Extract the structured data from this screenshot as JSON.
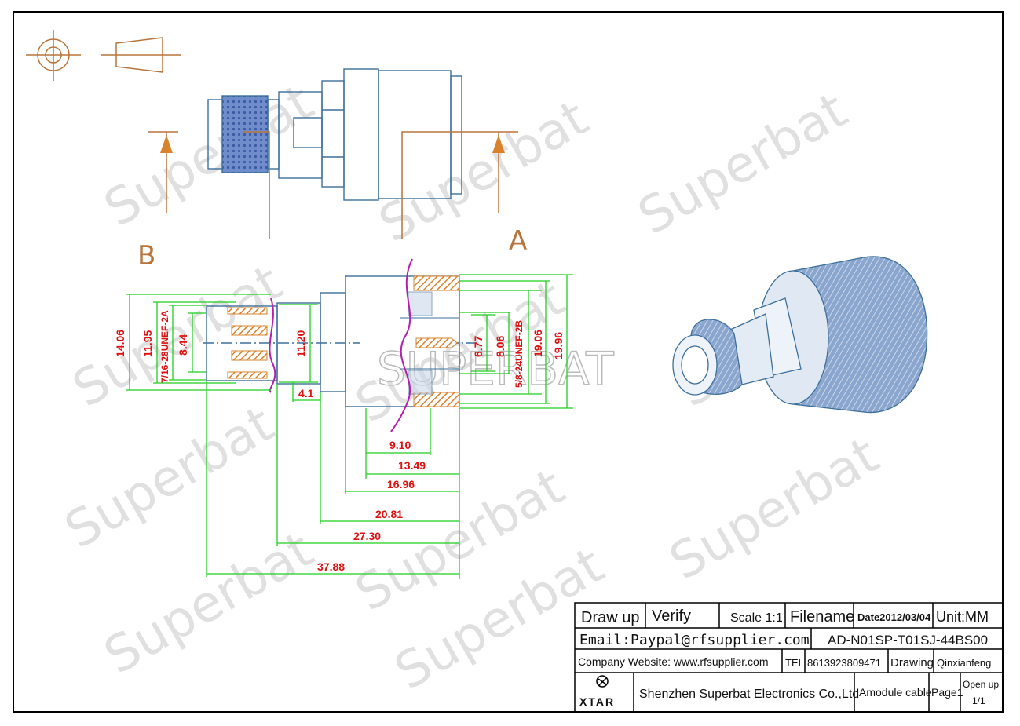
{
  "watermark": {
    "text": "Superbat",
    "center_text": "SUPERBAT"
  },
  "section_labels": {
    "b": "B",
    "a": "A"
  },
  "dimensions": {
    "d_14_06": "14.06",
    "d_11_95": "11.95",
    "thread_left": "7/16-28UNEF-2A",
    "d_8_44": "8.44",
    "d_11_20": "11.20",
    "d_4_1": "4.1",
    "d_6_77": "6.77",
    "d_8_06": "8.06",
    "thread_right": "5/8-24UNEF-2B",
    "d_19_06": "19.06",
    "d_19_96": "19.96",
    "d_9_10": "9.10",
    "d_13_49": "13.49",
    "d_16_96": "16.96",
    "d_20_81": "20.81",
    "d_27_30": "27.30",
    "d_37_88": "37.88"
  },
  "title_block": {
    "draw_up": "Draw up",
    "verify": "Verify",
    "scale": "Scale 1:1",
    "filename": "Filename",
    "date": "Date2012/03/04",
    "unit": "Unit:MM",
    "email": "Email:Paypal@rfsupplier.com",
    "part_number": "AD-N01SP-T01SJ-44BS00",
    "website": "Company Website:  www.rfsupplier.com",
    "tel_label": "TEL",
    "tel": "8613923809471",
    "drawing": "Drawing",
    "drawer": "Qinxianfeng",
    "logo_text": "XTAR",
    "company": "Shenzhen Superbat Electronics Co.,Ltd",
    "product": "Amodule cable",
    "page": "Page1",
    "open_up": "Open up",
    "open_up_value": "1/1"
  },
  "colors": {
    "outline": "#3d6f9a",
    "dimension": "#1fcf1f",
    "dim_text": "#d11010",
    "hatch": "#d9822b",
    "cut_line": "#b41fae",
    "section_line": "#b8753b",
    "knurl": "#5570b0",
    "watermark": "#dcdcdc"
  }
}
